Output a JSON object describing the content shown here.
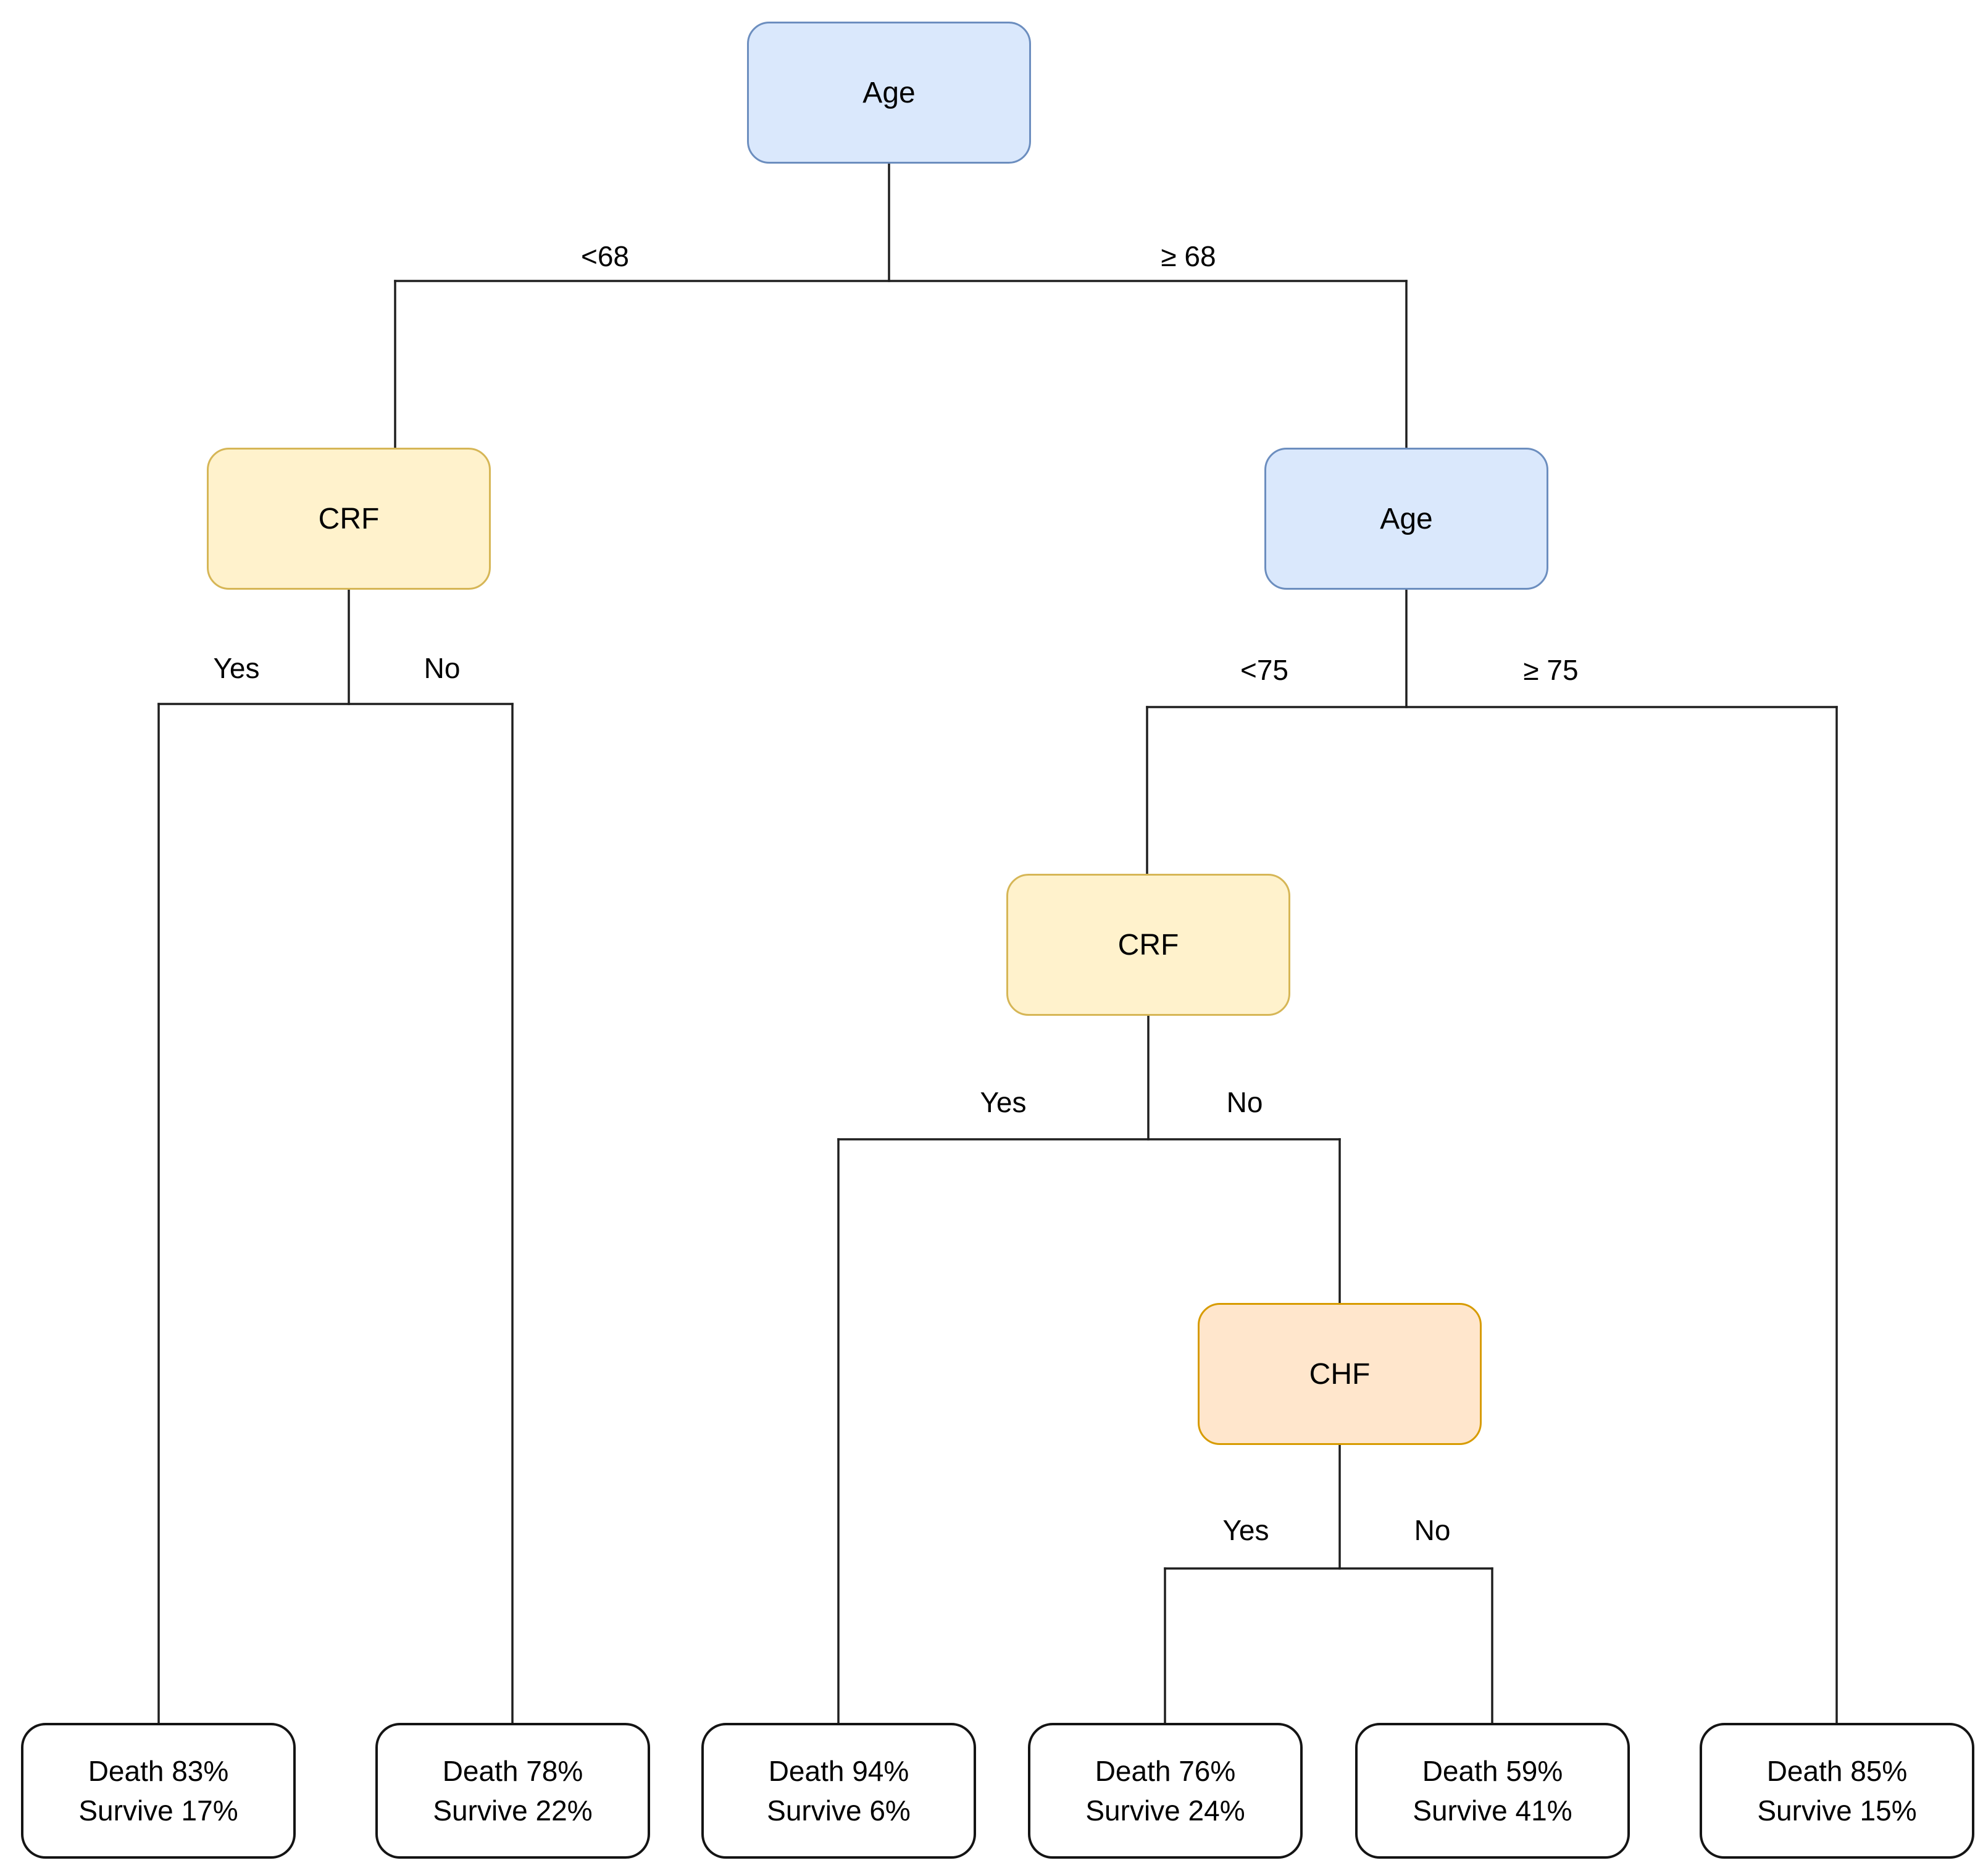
{
  "tree": {
    "colors": {
      "age_fill": "#dae8fc",
      "age_border": "#6c8ebf",
      "crf_fill": "#fff2cc",
      "crf_border": "#d6b656",
      "chf_fill": "#ffe6cc",
      "chf_border": "#d79b00",
      "leaf_fill": "#ffffff",
      "leaf_border": "#141414",
      "line": "#1f1f1f",
      "text": "#000000"
    },
    "nodes": {
      "root": {
        "label": "Age",
        "kind": "age"
      },
      "crf_left": {
        "label": "CRF",
        "kind": "crf"
      },
      "age_right": {
        "label": "Age",
        "kind": "age"
      },
      "crf_mid": {
        "label": "CRF",
        "kind": "crf"
      },
      "chf": {
        "label": "CHF",
        "kind": "chf"
      }
    },
    "edge_labels": {
      "root_left": "<68",
      "root_right": "≥ 68",
      "crf_left_yes": "Yes",
      "crf_left_no": "No",
      "age_right_left": "<75",
      "age_right_right": "≥ 75",
      "crf_mid_yes": "Yes",
      "crf_mid_no": "No",
      "chf_yes": "Yes",
      "chf_no": "No"
    },
    "leaves": [
      {
        "line1": "Death 83%",
        "line2": "Survive 17%"
      },
      {
        "line1": "Death 78%",
        "line2": "Survive 22%"
      },
      {
        "line1": "Death 94%",
        "line2": "Survive 6%"
      },
      {
        "line1": "Death 76%",
        "line2": "Survive 24%"
      },
      {
        "line1": "Death 59%",
        "line2": "Survive 41%"
      },
      {
        "line1": "Death 85%",
        "line2": "Survive 15%"
      }
    ]
  }
}
